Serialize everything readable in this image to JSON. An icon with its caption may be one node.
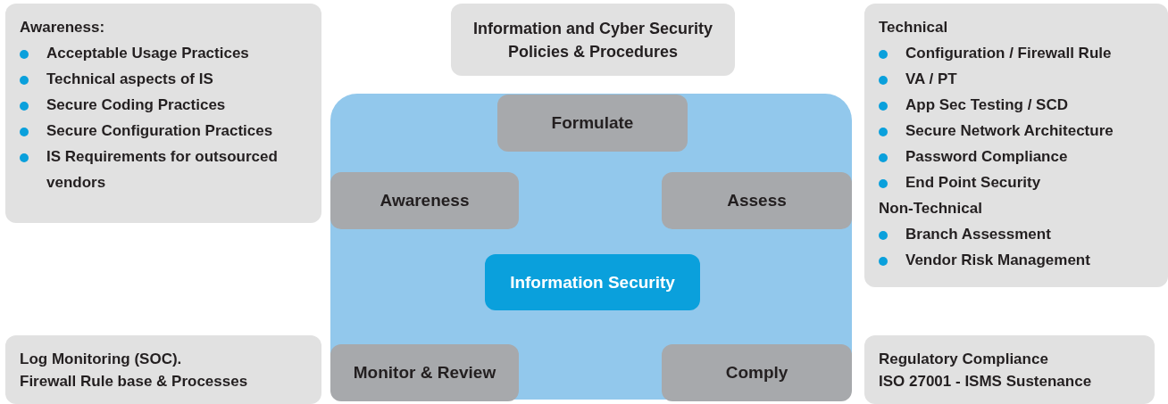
{
  "diagram": {
    "nodes": [
      {
        "text": [
          "Awareness:",
          "Acceptable Usage Practices",
          "Technical aspects of IS",
          "Secure Coding Practices",
          "Secure Configuration Practices",
          "IS Requirements for outsourced vendors"
        ]
      },
      {
        "text": [
          "Information and Cyber Security Policies & Procedures"
        ]
      },
      {
        "text": [
          "Technical",
          "Configuration / Firewall Rule",
          "VA / PT",
          "App Sec Testing / SCD",
          "Secure Network Architecture",
          "Password Compliance",
          "End Point Security",
          "Non-Technical",
          "Branch Assessment",
          "Vendor Risk Management"
        ]
      },
      {
        "text": [],
        "shape": "box"
      },
      {
        "text": [
          "Formulate"
        ],
        "in": 3
      },
      {
        "text": [
          "Awareness"
        ],
        "in": 3
      },
      {
        "text": [
          "Assess"
        ],
        "in": 3
      },
      {
        "text": [
          "Information Security"
        ],
        "in": 3
      },
      {
        "text": [
          "Log Monitoring (SOC).",
          "Firewall Rule base & Processes"
        ]
      },
      {
        "text": [
          "Monitor & Review"
        ],
        "in": 3
      },
      {
        "text": [
          "Comply"
        ],
        "in": 3
      },
      {
        "text": [
          "Regulatory Compliance",
          "ISO 27001 - ISMS Sustenance"
        ]
      }
    ],
    "edges": []
  }
}
